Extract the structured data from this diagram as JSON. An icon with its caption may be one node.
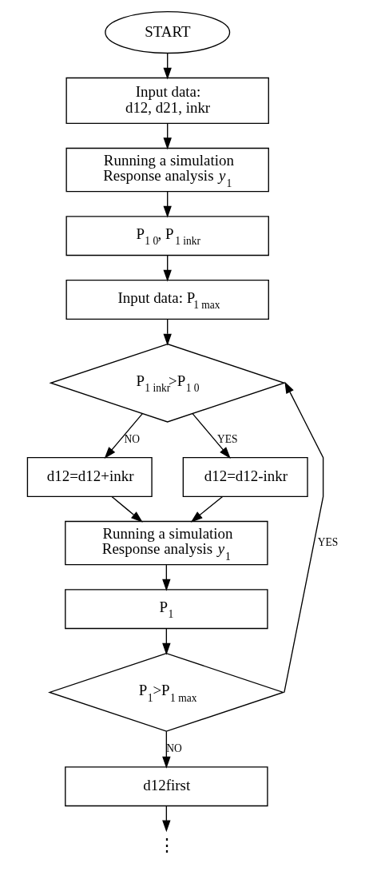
{
  "diagram": {
    "nodes": [
      {
        "text": [
          "START"
        ]
      },
      {
        "text": [
          "Input data:",
          "d12, d21, inkr"
        ]
      },
      {
        "text": [
          "Running a simulation",
          "Response analysis *y*$_{1}$"
        ]
      },
      {
        "text": [
          "P$_{1 0}$, P$_{1 inkr}$"
        ]
      },
      {
        "text": [
          "Input data: P$_{1 max}$"
        ]
      },
      {
        "text": [
          "P$_{1 inkr}$>P$_{1 0}$"
        ]
      },
      {
        "text": [
          "d12=d12+inkr"
        ]
      },
      {
        "text": [
          "d12=d12-inkr"
        ]
      },
      {
        "text": [
          "Running a simulation",
          "Response analysis *y*$_{1}$"
        ]
      },
      {
        "text": [
          "P$_{1}$"
        ]
      },
      {
        "text": [
          "P$_{1}$>P$_{1 max}$"
        ]
      },
      {
        "text": [
          "d12first"
        ]
      },
      {
        "text": [
          "⋮"
        ]
      }
    ],
    "edges": [
      {
        "from": 0,
        "to": 1,
        "arrow": "to"
      },
      {
        "from": 1,
        "to": 2,
        "arrow": "to"
      },
      {
        "from": 2,
        "to": 3,
        "arrow": "to"
      },
      {
        "from": 3,
        "to": 4,
        "arrow": "to"
      },
      {
        "from": 4,
        "to": 5,
        "arrow": "to"
      },
      {
        "from": 5,
        "to": 6,
        "arrow": "to",
        "label": "NO"
      },
      {
        "from": 5,
        "to": 7,
        "arrow": "to",
        "label": "YES"
      },
      {
        "from": 6,
        "to": 8,
        "arrow": "to"
      },
      {
        "from": 7,
        "to": 8,
        "arrow": "to"
      },
      {
        "from": 8,
        "to": 9,
        "arrow": "to"
      },
      {
        "from": 9,
        "to": 10,
        "arrow": "to"
      },
      {
        "from": 10,
        "to": 5,
        "arrow": "to",
        "label": "YES"
      },
      {
        "from": 10,
        "to": 11,
        "arrow": "to",
        "label": "NO"
      },
      {
        "from": 11,
        "to": 12,
        "arrow": "to"
      }
    ]
  }
}
